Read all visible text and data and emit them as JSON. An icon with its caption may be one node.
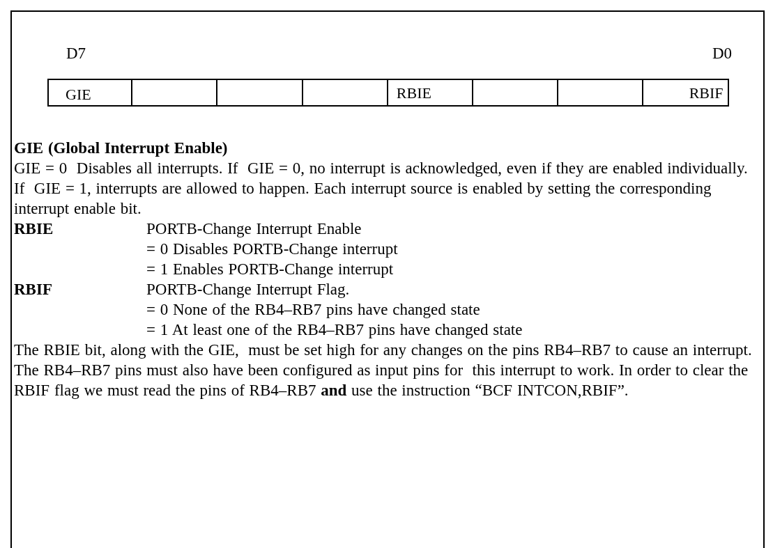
{
  "diagram": {
    "nodes": [
      {
        "text": [
          "GIE"
        ]
      },
      {
        "text": [],
        "shape": "box"
      },
      {
        "text": [],
        "shape": "box"
      },
      {
        "text": [],
        "shape": "box"
      },
      {
        "text": [
          "RBIE"
        ]
      },
      {
        "text": [],
        "shape": "box"
      },
      {
        "text": [],
        "shape": "box"
      },
      {
        "text": [
          "RBIF"
        ]
      }
    ],
    "edges": [],
    "labels": [
      "D7",
      "D0",
      "GIE (Global Interrupt Enable)",
      "GIE = 0  Disables all interrupts. If  GIE = 0, no interrupt is acknowledged, even if they are enabled individually.",
      "If  GIE = 1, interrupts are allowed to happen. Each interrupt source is enabled by setting the corresponding interrupt enable bit.",
      "RBIE",
      "PORTB-Change Interrupt Enable",
      "= 0 Disables PORTB-Change interrupt",
      "= 1 Enables PORTB-Change interrupt",
      "RBIF",
      "PORTB-Change Interrupt Flag.",
      "= 0 None of the RB4–RB7 pins have changed state",
      "= 1 At least one of the RB4–RB7 pins have changed state",
      "The RBIE bit, along with the GIE,  must be set high for any changes on the pins RB4–RB7 to cause an interrupt. The RB4–RB7 pins must also have been configured as input pins for  this interrupt to work. In order to clear the RBIF flag we must read the pins of RB4–RB7 **and** use the instruction “BCF INTCON,RBIF”."
    ]
  }
}
